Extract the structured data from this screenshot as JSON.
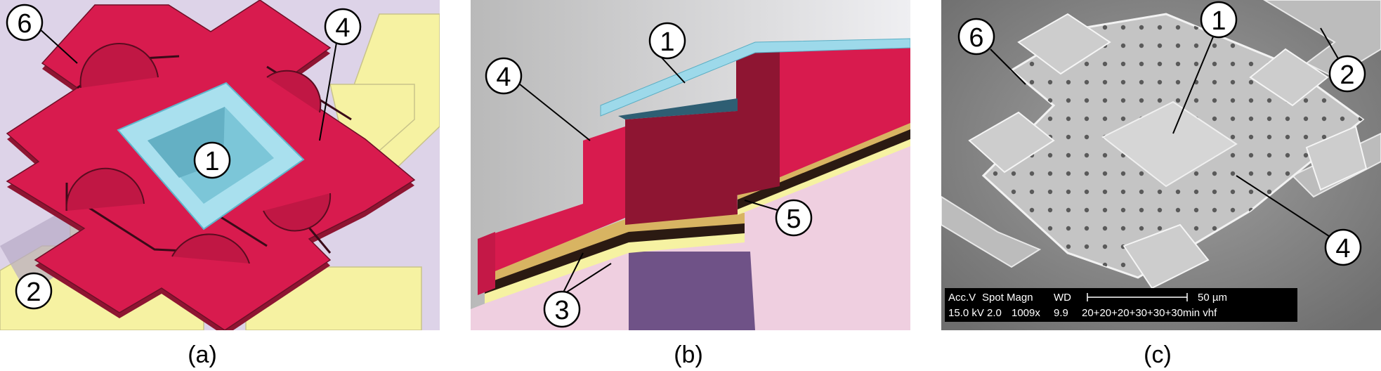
{
  "panels": [
    {
      "id": "a",
      "caption": "(a)",
      "callouts": [
        "6",
        "4",
        "1",
        "2"
      ]
    },
    {
      "id": "b",
      "caption": "(b)",
      "callouts": [
        "1",
        "4",
        "5",
        "3"
      ]
    },
    {
      "id": "c",
      "caption": "(c)",
      "callouts": [
        "1",
        "6",
        "2",
        "4"
      ],
      "sem_info": {
        "row1": [
          "Acc.V",
          "Spot Magn",
          "WD",
          "50 µm"
        ],
        "row2": [
          "15.0 kV 2.0",
          "1009x",
          "9.9",
          "20+20+20+30+30+30min vhf"
        ]
      }
    }
  ],
  "colors": {
    "membrane_red": "#d81b4e",
    "membrane_dark": "#8e1532",
    "window_blue": "#8fd3e6",
    "electrode_yellow": "#f6f2a2",
    "substrate_lilac": "#ddd3e8",
    "substrate_pink": "#efcfe0",
    "gold_layer": "#d8b462",
    "dark_layer": "#2b1a12",
    "support_purple": "#6f5287",
    "sem_gray": "#8a8a8a"
  }
}
